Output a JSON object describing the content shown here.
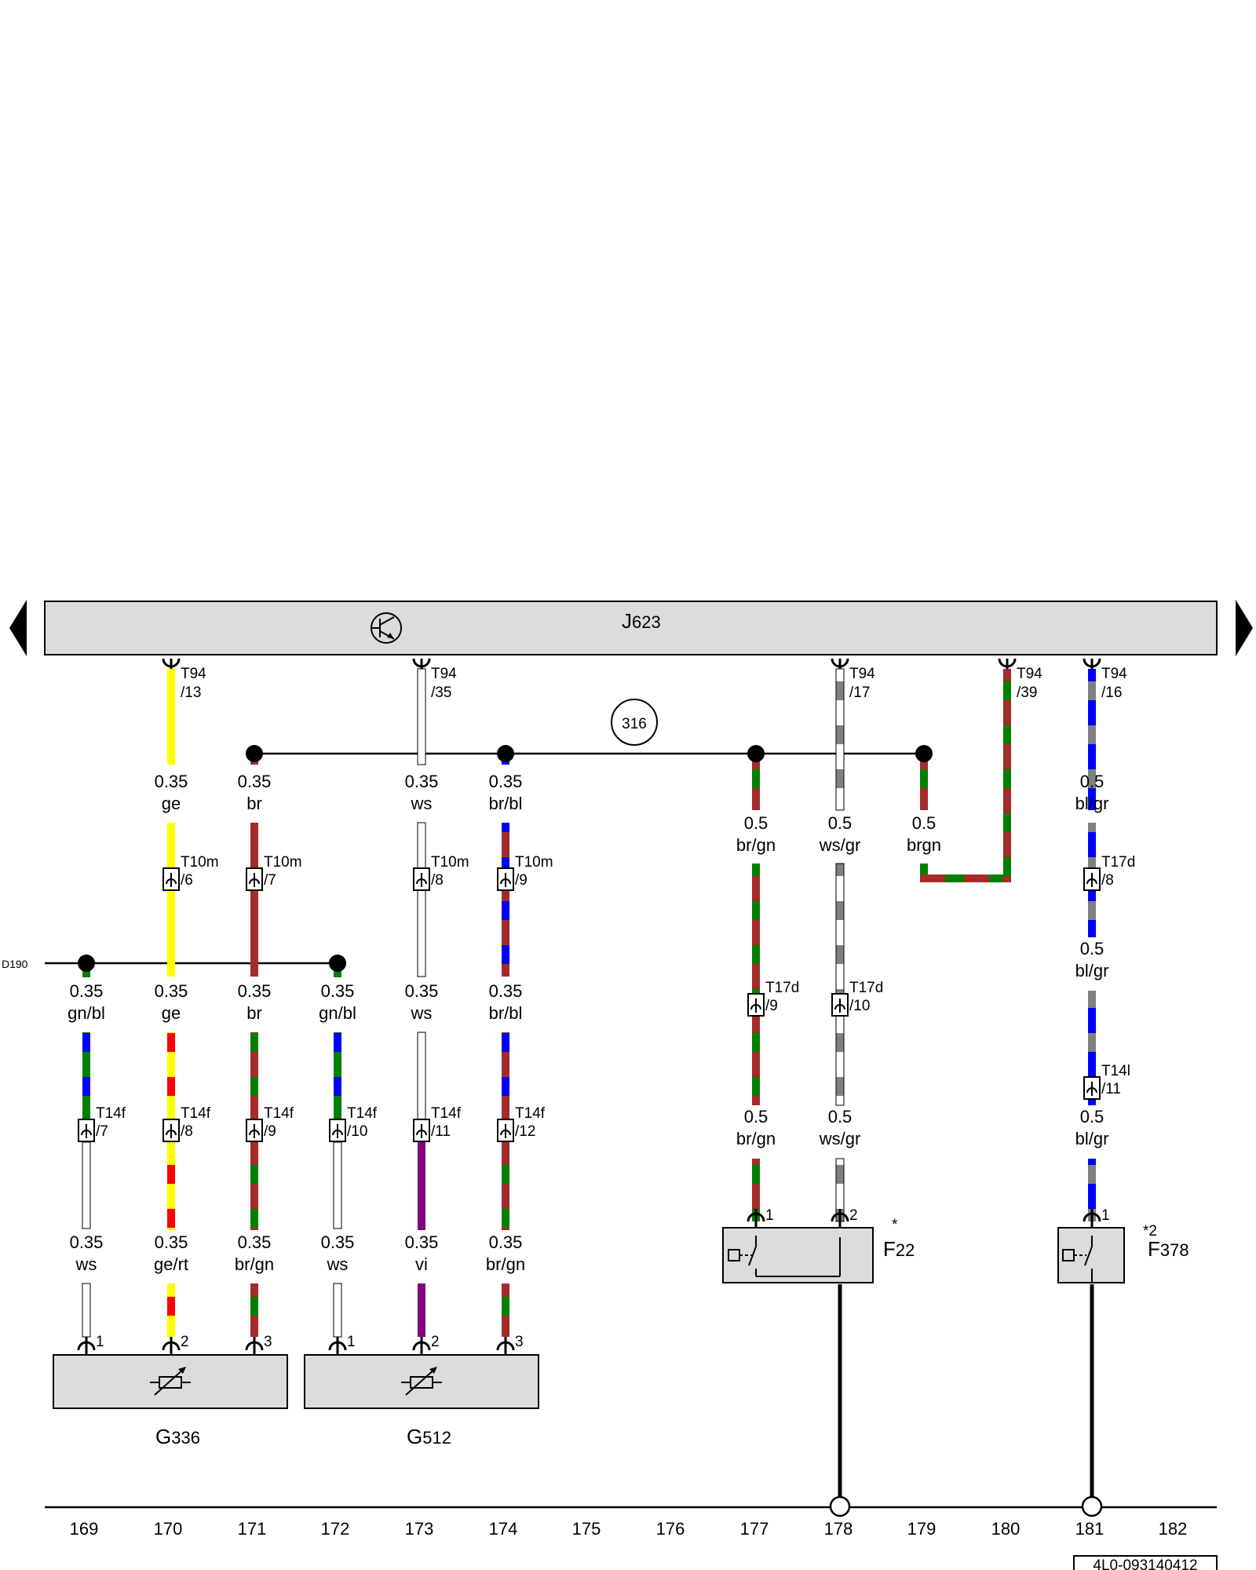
{
  "colors": {
    "ge": "#ffff00",
    "br": "#a52a2a",
    "ws": "#ffffff",
    "bl": "#0000ff",
    "gn": "#008000",
    "gr": "#808080",
    "rt": "#ff0000",
    "vi": "#800080",
    "component_fill": "#dcdcdc"
  },
  "control_unit": {
    "name_main": "J",
    "name_sub": "623",
    "icon": "transistor-icon"
  },
  "components": {
    "g336": {
      "main": "G",
      "sub": "336",
      "icon": "variable-resistor-icon"
    },
    "g512": {
      "main": "G",
      "sub": "512",
      "icon": "variable-resistor-icon"
    },
    "f22": {
      "main": "F",
      "sub": "22",
      "note": "*",
      "icon": "switch-icon"
    },
    "f378": {
      "main": "F",
      "sub": "378",
      "note": "*2",
      "icon": "switch-icon"
    }
  },
  "connectors": {
    "t94_13": {
      "a": "T94",
      "b": "/13"
    },
    "t94_35": {
      "a": "T94",
      "b": "/35"
    },
    "t94_17": {
      "a": "T94",
      "b": "/17"
    },
    "t94_39": {
      "a": "T94",
      "b": "/39"
    },
    "t94_16": {
      "a": "T94",
      "b": "/16"
    },
    "t10m_6": {
      "a": "T10m",
      "b": "/6"
    },
    "t10m_7": {
      "a": "T10m",
      "b": "/7"
    },
    "t10m_8": {
      "a": "T10m",
      "b": "/8"
    },
    "t10m_9": {
      "a": "T10m",
      "b": "/9"
    },
    "t14f_7": {
      "a": "T14f",
      "b": "/7"
    },
    "t14f_8": {
      "a": "T14f",
      "b": "/8"
    },
    "t14f_9": {
      "a": "T14f",
      "b": "/9"
    },
    "t14f_10": {
      "a": "T14f",
      "b": "/10"
    },
    "t14f_11": {
      "a": "T14f",
      "b": "/11"
    },
    "t14f_12": {
      "a": "T14f",
      "b": "/12"
    },
    "t17d_9": {
      "a": "T17d",
      "b": "/9"
    },
    "t17d_10": {
      "a": "T17d",
      "b": "/10"
    },
    "t17d_8": {
      "a": "T17d",
      "b": "/8"
    },
    "t14l_11": {
      "a": "T14l",
      "b": "/11"
    }
  },
  "wire_labels": {
    "c170_top": {
      "size": "0.35",
      "color": "ge"
    },
    "c171_top": {
      "size": "0.35",
      "color": "br"
    },
    "c173_top": {
      "size": "0.35",
      "color": "ws"
    },
    "c174_top": {
      "size": "0.35",
      "color": "br/bl"
    },
    "c181_top": {
      "size": "0.5",
      "color": "bl/gr"
    },
    "c177_top": {
      "size": "0.5",
      "color": "br/gn"
    },
    "c178_top": {
      "size": "0.5",
      "color": "ws/gr"
    },
    "c179_top": {
      "size": "0.5",
      "color": "brgn"
    },
    "c181_mid": {
      "size": "0.5",
      "color": "bl/gr"
    },
    "c169_mid": {
      "size": "0.35",
      "color": "gn/bl"
    },
    "c170_mid": {
      "size": "0.35",
      "color": "ge"
    },
    "c171_mid": {
      "size": "0.35",
      "color": "br"
    },
    "c172_mid": {
      "size": "0.35",
      "color": "gn/bl"
    },
    "c173_mid": {
      "size": "0.35",
      "color": "ws"
    },
    "c174_mid": {
      "size": "0.35",
      "color": "br/bl"
    },
    "c177_bot": {
      "size": "0.5",
      "color": "br/gn"
    },
    "c178_bot": {
      "size": "0.5",
      "color": "ws/gr"
    },
    "c181_bot": {
      "size": "0.5",
      "color": "bl/gr"
    },
    "c169_bot": {
      "size": "0.35",
      "color": "ws"
    },
    "c170_bot": {
      "size": "0.35",
      "color": "ge/rt"
    },
    "c171_bot": {
      "size": "0.35",
      "color": "br/gn"
    },
    "c172_bot": {
      "size": "0.35",
      "color": "ws"
    },
    "c173_bot": {
      "size": "0.35",
      "color": "vi"
    },
    "c174_bot": {
      "size": "0.35",
      "color": "br/gn"
    }
  },
  "pins": {
    "g336_1": "1",
    "g336_2": "2",
    "g336_3": "3",
    "g512_1": "1",
    "g512_2": "2",
    "g512_3": "3",
    "f22_1": "1",
    "f22_2": "2",
    "f378_1": "1"
  },
  "bus_reference": "316",
  "side_reference": "D190",
  "current_tracks": [
    "169",
    "170",
    "171",
    "172",
    "173",
    "174",
    "175",
    "176",
    "177",
    "178",
    "179",
    "180",
    "181",
    "182"
  ],
  "drawing_code": "4L0-093140412"
}
